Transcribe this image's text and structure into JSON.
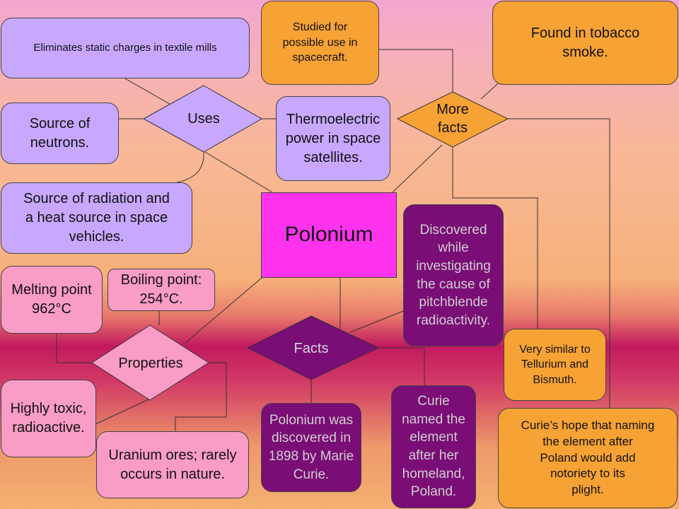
{
  "diagram": {
    "center": "Polonium",
    "hubs": {
      "uses": "Uses",
      "more_facts": "More\nfacts",
      "properties": "Properties",
      "facts": "Facts"
    },
    "uses_items": {
      "textile": "Eliminates static charges in textile mills",
      "neutrons": "Source of\nneutrons.",
      "radiation": "Source of radiation and\na heat source in space\nvehicles.",
      "thermo": "Thermoelectric\npower in space\nsatellites."
    },
    "more_facts_items": {
      "spacecraft": "Studied for\npossible use in\nspacecraft.",
      "tobacco": "Found in tobacco\nsmoke.",
      "similar": "Very similar to\nTellurium and\nBismuth.",
      "hope": "Curie’s hope that naming\nthe element after\nPoland would add\nnotoriety to its\nplight."
    },
    "properties_items": {
      "melting": "Melting point\n962°C",
      "boiling": "Boiling point:\n254°C.",
      "toxic": "Highly toxic,\nradioactive.",
      "uranium": "Uranium ores; rarely\noccurs in nature."
    },
    "facts_items": {
      "discovered_while": "Discovered\nwhile\ninvestigating\nthe cause of\npitchblende\nradioactivity.",
      "discovered_1898": "Polonium was\ndiscovered in\n1898 by Marie\nCurie.",
      "curie_named": "Curie\nnamed the\nelement\nafter her\nhomeland,\nPoland."
    },
    "colors": {
      "uses": "#c8a8ff",
      "more_facts": "#f7a234",
      "properties": "#f99cc6",
      "facts": "#7a0d76",
      "center": "#ff33ee"
    }
  }
}
